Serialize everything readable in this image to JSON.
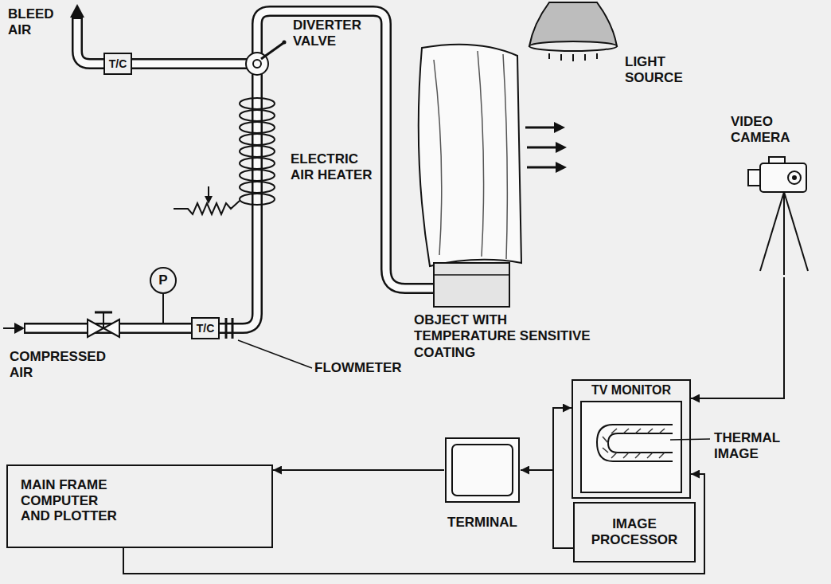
{
  "diagram": {
    "nodes": [
      {
        "text": [
          "T/C"
        ]
      },
      {
        "text": [
          "P"
        ]
      },
      {
        "text": [
          "T/C"
        ]
      },
      {
        "text": [
          "VIDEO CAMERA"
        ]
      },
      {
        "text": [
          "TV MONITOR"
        ]
      },
      {
        "text": [
          "MAIN FRAME COMPUTER AND PLOTTER"
        ]
      },
      {
        "text": [
          "TERMINAL"
        ]
      },
      {
        "text": [
          "IMAGE PROCESSOR"
        ]
      }
    ],
    "edges": [
      {
        "from": 3,
        "to": 4,
        "arrow": "to"
      },
      {
        "from": 7,
        "to": 4,
        "arrow": "to"
      },
      {
        "from": 7,
        "to": 6,
        "arrow": "to"
      },
      {
        "from": 6,
        "to": 5,
        "arrow": "to"
      },
      {
        "from": 5,
        "to": 4,
        "arrow": "to"
      }
    ],
    "labels": [
      "BLEED AIR",
      "DIVERTER VALVE",
      "LIGHT SOURCE",
      "ELECTRIC AIR HEATER",
      "COMPRESSED AIR",
      "FLOWMETER",
      "OBJECT WITH TEMPERATURE SENSITIVE COATING",
      "THERMAL IMAGE"
    ]
  }
}
